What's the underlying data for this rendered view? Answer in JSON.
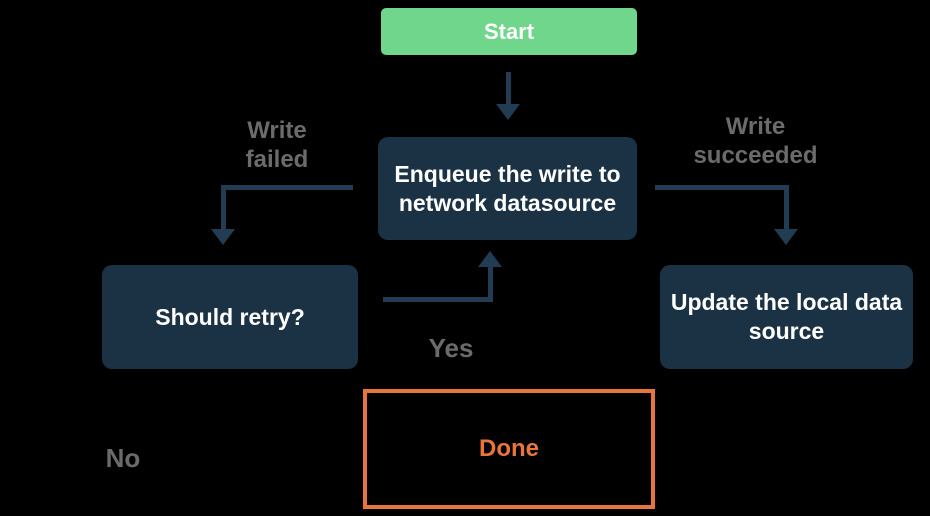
{
  "colors": {
    "background": "#000000",
    "node_fill": "#1b3245",
    "node_text": "#ffffff",
    "start_fill": "#6fd68b",
    "arrow": "#223c53",
    "edge_label": "#6b6b6b",
    "done_accent": "#e8753c"
  },
  "nodes": {
    "start": {
      "label": "Start"
    },
    "enqueue": {
      "label": "Enqueue the write to network datasource"
    },
    "should_retry": {
      "label": "Should retry?"
    },
    "update_local": {
      "label": "Update the local data source"
    },
    "done": {
      "label": "Done"
    }
  },
  "edge_labels": {
    "write_failed": "Write failed",
    "write_succeeded": "Write succeeded",
    "yes": "Yes",
    "no": "No"
  }
}
